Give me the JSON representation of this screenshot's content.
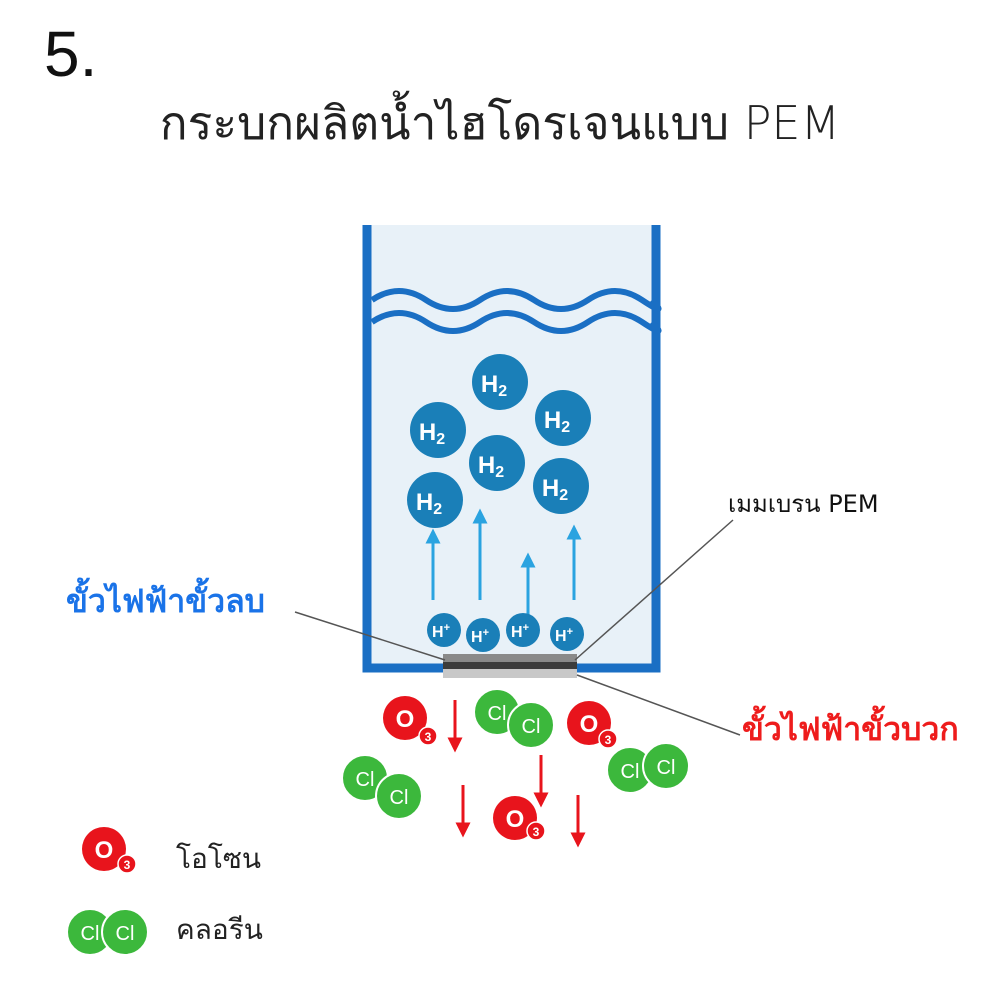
{
  "step_number": "5.",
  "title": "กระบกผลิตน้ำไฮโดรเจนแบบ PEM",
  "labels": {
    "membrane": "เมมเบรน PEM",
    "negative_electrode": "ขั้วไฟฟ้าขั้วลบ",
    "positive_electrode": "ขั้วไฟฟ้าขั้วบวก"
  },
  "molecules": {
    "h2": "H2",
    "h_plus": "H+",
    "ozone_base": "O",
    "ozone_sub": "3",
    "chlorine": "Cl"
  },
  "legend": {
    "ozone": "โอโซน",
    "chlorine": "คลอรีน"
  },
  "colors": {
    "container": "#1a6fc4",
    "water": "#e8f1f8",
    "h2_ball": "#1a7fb8",
    "arrow_up": "#2aa3e0",
    "ozone": "#e8141c",
    "chlorine": "#3cb83c",
    "arrow_down": "#e8141c"
  }
}
